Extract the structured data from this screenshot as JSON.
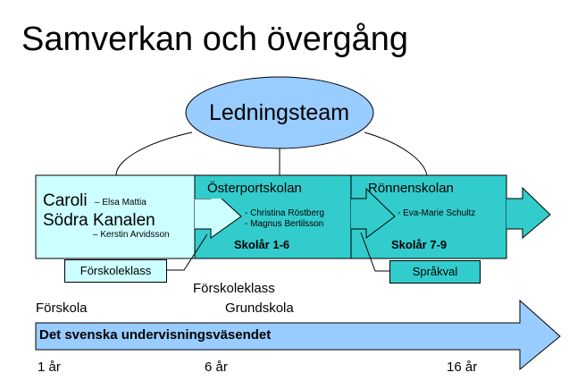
{
  "title": "Samverkan och övergång",
  "leadership": {
    "label": "Ledningsteam"
  },
  "stage1": {
    "school_a": "Caroli",
    "school_a_person": "– Elsa Mattia",
    "school_b": "Södra Kanalen",
    "school_b_person": "– Kerstin Arvidsson"
  },
  "stage2": {
    "name": "Österportskolan",
    "people": [
      "- Christina Röstberg",
      "- Magnus Bertilsson"
    ],
    "grades": "Skolår 1-6"
  },
  "stage3": {
    "name": "Rönnenskolan",
    "people": [
      "- Eva-Marie Schultz"
    ],
    "grades": "Skolår 7-9"
  },
  "callouts": {
    "forskoleklass_box": "Förskoleklass",
    "sprakval_box": "Språkval"
  },
  "timeline": {
    "label_forskoleklass": "Förskoleklass",
    "label_forskola": "Förskola",
    "label_grundskola": "Grundskola",
    "arrow_text": "Det svenska undervisningsväsendet",
    "ages": [
      "1 år",
      "6 år",
      "16 år"
    ]
  },
  "colors": {
    "ellipse": "#99ccff",
    "stage1": "#ccffff",
    "stage2": "#33cccc",
    "stage2_arrow": "#ccffff",
    "stage3": "#33cccc",
    "timeline_arrow": "#99ccff"
  }
}
